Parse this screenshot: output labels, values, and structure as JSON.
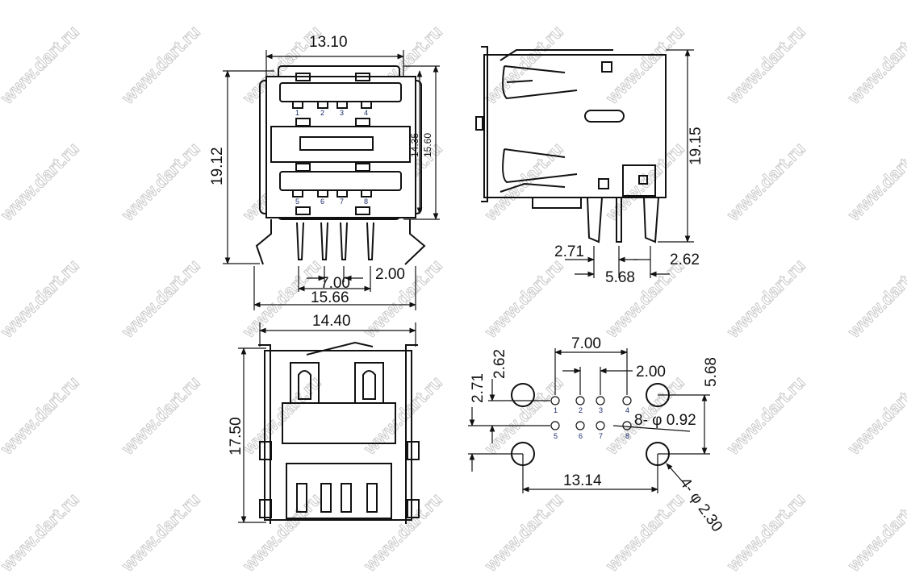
{
  "watermark": "www.dart.ru",
  "front_view": {
    "width_top": "13.10",
    "height_total": "19.12",
    "height_inner": "14.35",
    "height_outer": "15.60",
    "pin_span": "7.00",
    "pin_pitch": "2.00",
    "width_bottom": "15.66",
    "pins_top": [
      "1",
      "2",
      "3",
      "4"
    ],
    "pins_bottom": [
      "5",
      "6",
      "7",
      "8"
    ]
  },
  "side_view": {
    "height": "19.15",
    "dim_a": "2.71",
    "dim_b": "5.68",
    "dim_c": "2.62"
  },
  "rear_view": {
    "width": "14.40",
    "height": "17.50"
  },
  "footprint": {
    "pin_span": "7.00",
    "pin_pitch": "2.00",
    "offset_a": "2.62",
    "offset_b": "2.71",
    "mount_vertical": "5.68",
    "mount_horizontal": "13.14",
    "pin_hole": "8- φ 0.92",
    "mount_hole": "4- φ 2.30",
    "pins_top": [
      "1",
      "2",
      "3",
      "4"
    ],
    "pins_bottom": [
      "5",
      "6",
      "7",
      "8"
    ]
  }
}
